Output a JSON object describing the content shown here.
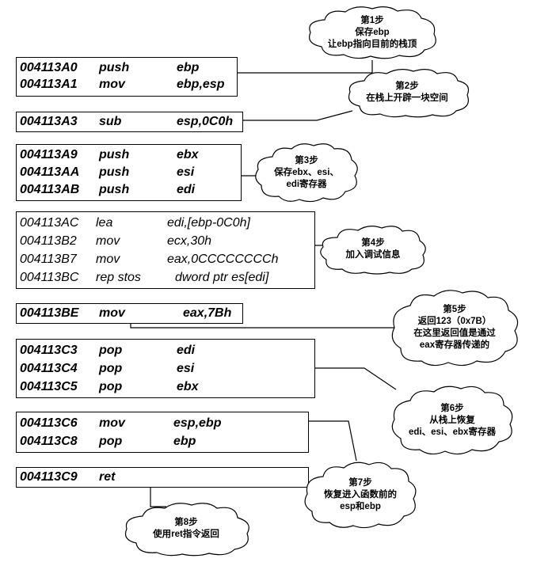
{
  "blocks": [
    {
      "id": "b1",
      "bold": true,
      "rows": [
        {
          "addr": "004113A0",
          "op": "push",
          "arg": "ebp"
        },
        {
          "addr": "004113A1",
          "op": "mov",
          "arg": "ebp,esp"
        }
      ]
    },
    {
      "id": "b2",
      "bold": true,
      "rows": [
        {
          "addr": "004113A3",
          "op": "sub",
          "arg": "esp,0C0h"
        }
      ]
    },
    {
      "id": "b3",
      "bold": true,
      "rows": [
        {
          "addr": "004113A9",
          "op": "push",
          "arg": "ebx"
        },
        {
          "addr": "004113AA",
          "op": "push",
          "arg": "esi"
        },
        {
          "addr": "004113AB",
          "op": "push",
          "arg": "edi"
        }
      ]
    },
    {
      "id": "b4",
      "bold": false,
      "rows": [
        {
          "addr": "004113AC",
          "op": "lea",
          "arg": "edi,[ebp-0C0h]"
        },
        {
          "addr": "004113B2",
          "op": "mov",
          "arg": "ecx,30h"
        },
        {
          "addr": "004113B7",
          "op": "mov",
          "arg": "eax,0CCCCCCCCh"
        },
        {
          "addr": "004113BC",
          "op": "rep stos",
          "arg": "dword ptr es[edi]"
        }
      ]
    },
    {
      "id": "b5",
      "bold": true,
      "rows": [
        {
          "addr": "004113BE",
          "op": "mov",
          "arg": "eax,7Bh"
        }
      ]
    },
    {
      "id": "b6",
      "bold": true,
      "rows": [
        {
          "addr": "004113C3",
          "op": "pop",
          "arg": "edi"
        },
        {
          "addr": "004113C4",
          "op": "pop",
          "arg": "esi"
        },
        {
          "addr": "004113C5",
          "op": "pop",
          "arg": "ebx"
        }
      ]
    },
    {
      "id": "b7",
      "bold": true,
      "rows": [
        {
          "addr": "004113C6",
          "op": "mov",
          "arg": "esp,ebp"
        },
        {
          "addr": "004113C8",
          "op": "pop",
          "arg": "ebp"
        }
      ]
    },
    {
      "id": "b8",
      "bold": true,
      "rows": [
        {
          "addr": "004113C9",
          "op": "ret",
          "arg": ""
        }
      ]
    }
  ],
  "steps": [
    {
      "id": "s1",
      "lines": [
        "第1步",
        "保存ebp",
        "让ebp指向目前的栈顶"
      ]
    },
    {
      "id": "s2",
      "lines": [
        "第2步",
        "在栈上开辟一块空间"
      ]
    },
    {
      "id": "s3",
      "lines": [
        "第3步",
        "保存ebx、esi、",
        "edi寄存器"
      ]
    },
    {
      "id": "s4",
      "lines": [
        "第4步",
        "加入调试信息"
      ]
    },
    {
      "id": "s5",
      "lines": [
        "第5步",
        "返回123（0x7B）",
        "在这里返回值是通过",
        "eax寄存器传递的"
      ]
    },
    {
      "id": "s6",
      "lines": [
        "第6步",
        "从栈上恢复",
        "edi、esi、ebx寄存器"
      ]
    },
    {
      "id": "s7",
      "lines": [
        "第7步",
        "恢复进入函数前的",
        "esp和ebp"
      ]
    },
    {
      "id": "s8",
      "lines": [
        "第8步",
        "使用ret指令返回"
      ]
    }
  ]
}
